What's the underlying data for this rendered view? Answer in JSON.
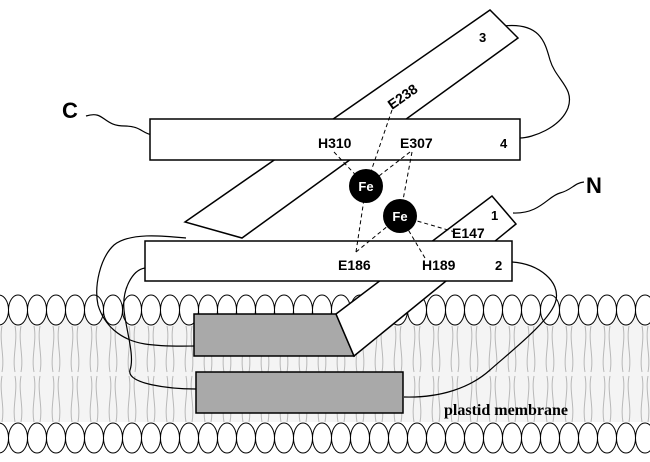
{
  "termini": {
    "n": "N",
    "c": "C"
  },
  "helices": [
    {
      "number": "1"
    },
    {
      "number": "2"
    },
    {
      "number": "3"
    },
    {
      "number": "4"
    }
  ],
  "metals": [
    {
      "symbol": "Fe"
    },
    {
      "symbol": "Fe"
    }
  ],
  "residues": [
    "E238",
    "H310",
    "E307",
    "E147",
    "E186",
    "H189"
  ],
  "membrane_label": "plastid membrane",
  "colors": {
    "helix_fill": "#ffffff",
    "membrane_helix_fill": "#a9a9a9",
    "lipid_fill": "#f4f4f4",
    "iron_fill": "#000000",
    "outline": "#000000"
  }
}
